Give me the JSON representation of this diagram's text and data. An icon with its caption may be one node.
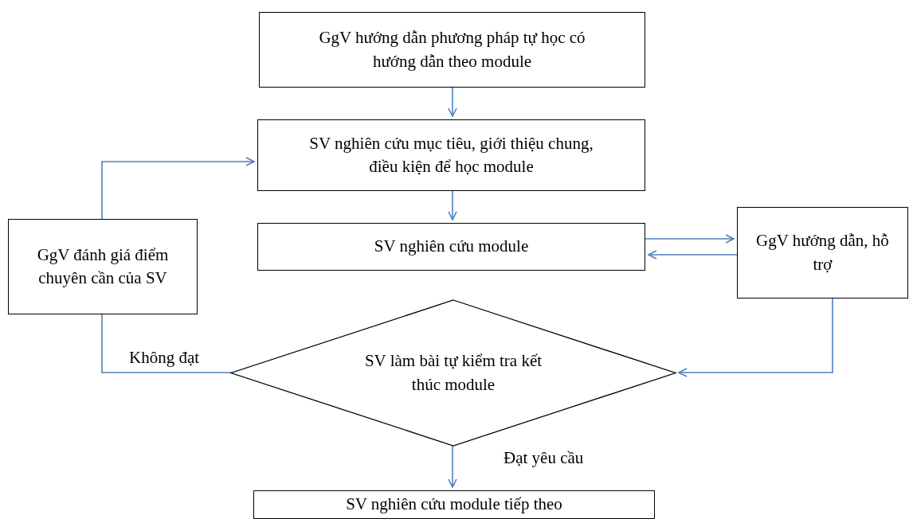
{
  "diagram": {
    "nodes": [
      {
        "text": [
          "GgV hướng dẫn phương pháp tự học có hướng dẫn theo module"
        ]
      },
      {
        "text": [
          "SV nghiên cứu mục tiêu, giới thiệu chung, điều kiện để học module"
        ]
      },
      {
        "text": [
          "SV nghiên cứu module"
        ]
      },
      {
        "text": [
          "GgV hướng dẫn, hỗ trợ"
        ]
      },
      {
        "text": [
          "GgV đánh giá điểm chuyên cần của SV"
        ]
      },
      {
        "text": [
          "SV làm bài tự kiểm tra kết thúc module"
        ]
      },
      {
        "text": [
          "SV nghiên cứu module tiếp theo"
        ]
      }
    ],
    "edges": [
      {
        "from": 0,
        "to": 1,
        "arrow": "to"
      },
      {
        "from": 1,
        "to": 2,
        "arrow": "to"
      },
      {
        "from": 2,
        "to": 3,
        "arrow": "to"
      },
      {
        "from": 3,
        "to": 2,
        "arrow": "to"
      },
      {
        "from": 3,
        "to": 5,
        "arrow": "to"
      },
      {
        "from": 5,
        "to": 4,
        "arrow": "none",
        "label": "Không đạt"
      },
      {
        "from": 4,
        "to": 1,
        "arrow": "to"
      },
      {
        "from": 5,
        "to": 6,
        "arrow": "to",
        "label": "Đạt yêu cầu"
      }
    ]
  }
}
